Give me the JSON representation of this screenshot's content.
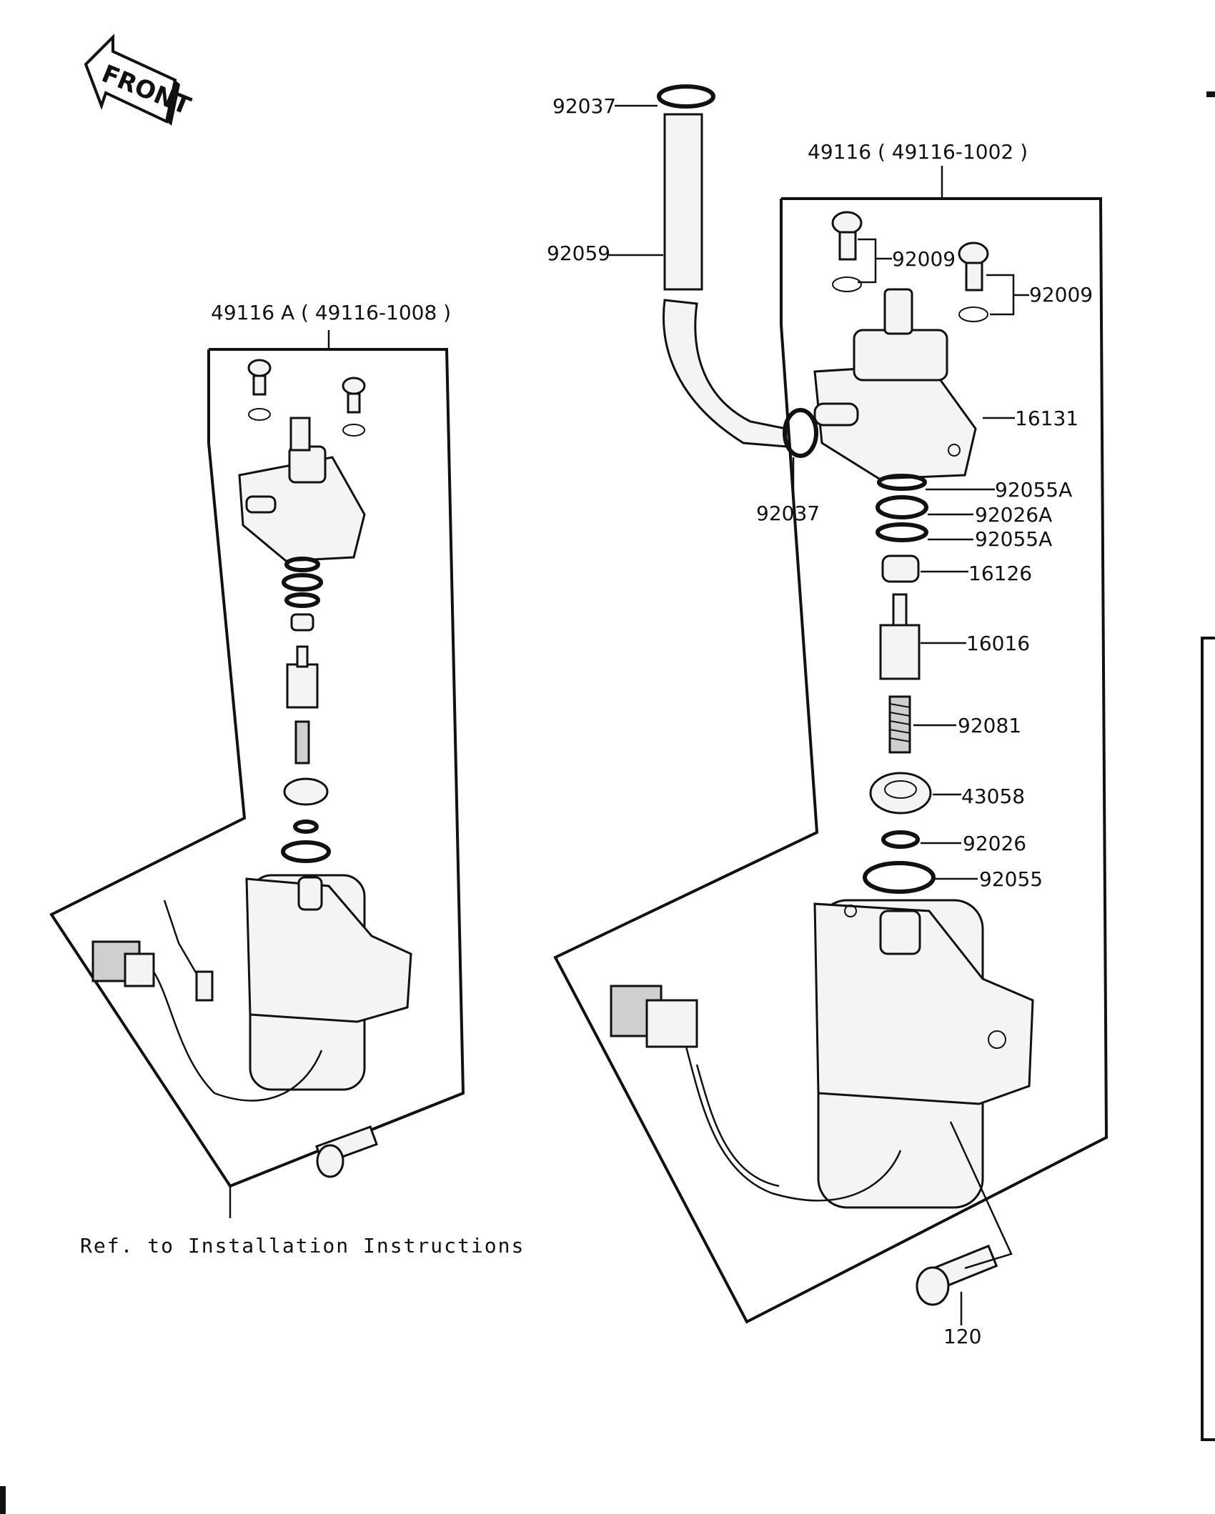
{
  "front_badge": "FRONT",
  "left_assembly": {
    "title": "49116 A ( 49116-1008 )",
    "reference_note": "Ref. to Installation Instructions"
  },
  "right_assembly": {
    "title": "49116 ( 49116-1002 )",
    "hose_parts": {
      "clamp_top": "92037",
      "hose": "92059",
      "clamp_bottom": "92037"
    },
    "parts": {
      "screw_a": "92009",
      "screw_b": "92009",
      "cover": "16131",
      "oring_upper": "92055A",
      "washer_upper": "92026A",
      "oring_lower_a": "92055A",
      "cap": "16126",
      "plunger": "16016",
      "spring": "92081",
      "seal": "43058",
      "washer": "92026",
      "oring": "92055",
      "bolt": "120"
    }
  },
  "colors": {
    "ink": "#111111",
    "paper": "#ffffff",
    "part_fill": "#f4f4f4",
    "shade_fill": "#cfcfcf"
  }
}
